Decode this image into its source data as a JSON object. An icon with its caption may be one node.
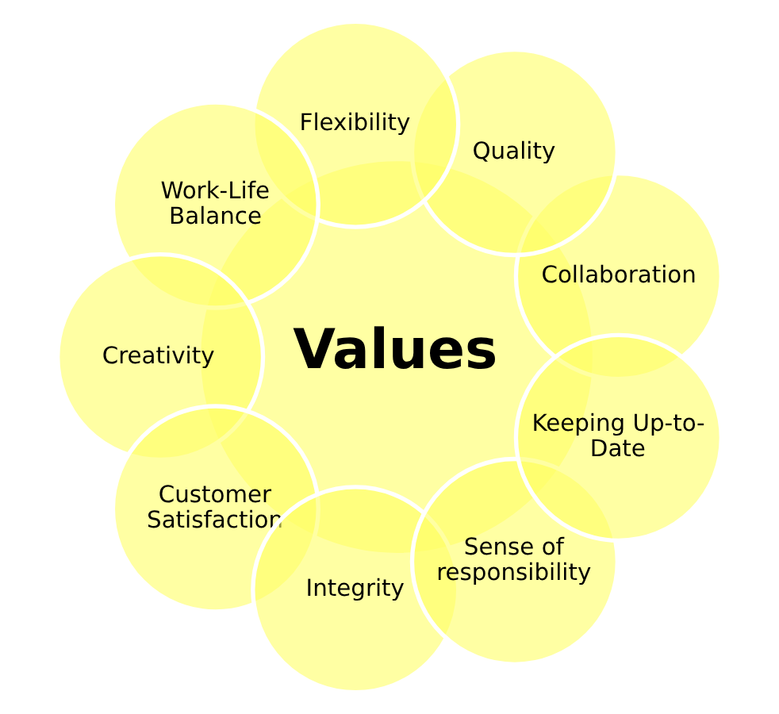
{
  "diagram": {
    "nodes": [
      {
        "text": [
          "Collaboration"
        ]
      },
      {
        "text": [
          "Keeping Up-to-Date"
        ]
      },
      {
        "text": [
          "Quality"
        ]
      },
      {
        "text": [
          "Sense of responsibility"
        ]
      },
      {
        "text": [
          "Values"
        ]
      },
      {
        "text": [
          "Flexibility"
        ]
      },
      {
        "text": [
          "Integrity"
        ]
      },
      {
        "text": [
          "Work-Life Balance"
        ]
      },
      {
        "text": [
          "Customer Satisfaction"
        ]
      },
      {
        "text": [
          "Creativity"
        ]
      }
    ]
  }
}
